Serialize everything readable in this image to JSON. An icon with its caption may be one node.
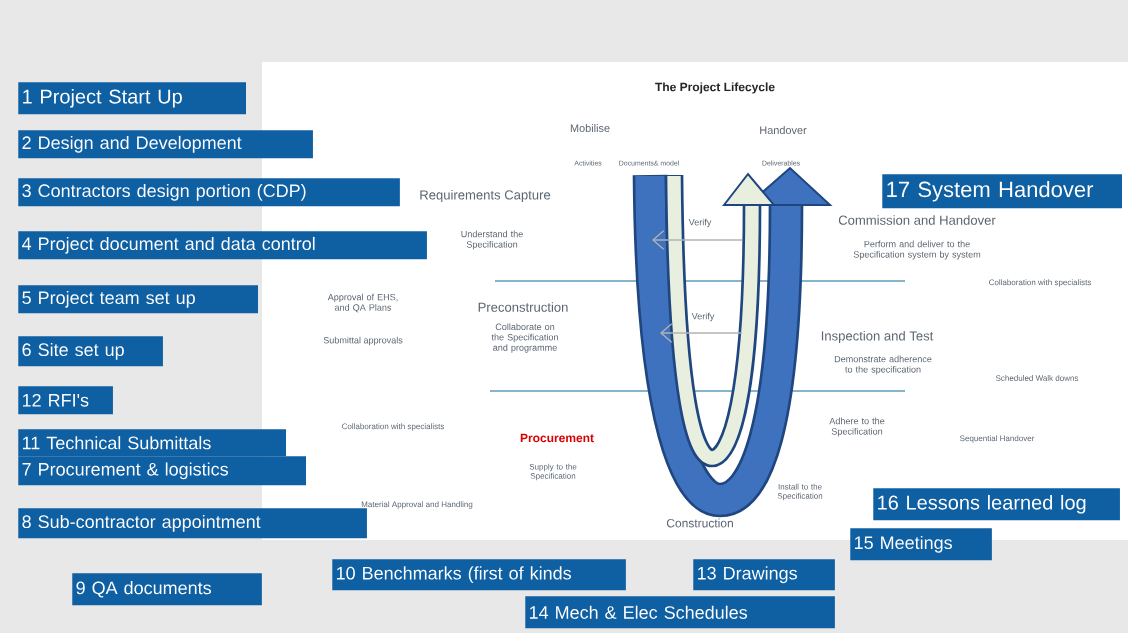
{
  "diagram": {
    "title": "The Project Lifecycle",
    "nodes": [
      {
        "text": [
          "1 Project Start Up"
        ]
      },
      {
        "text": [
          "2 Design and Development"
        ]
      },
      {
        "text": [
          "3 Contractors design portion (CDP)"
        ]
      },
      {
        "text": [
          "17 System Handover"
        ]
      },
      {
        "text": [
          "4 Project document and data control"
        ]
      },
      {
        "text": [
          "5 Project team set up"
        ]
      },
      {
        "text": [
          "6 Site set up"
        ]
      },
      {
        "text": [
          "12 RFI's"
        ]
      },
      {
        "text": [
          "11 Technical Submittals"
        ]
      },
      {
        "text": [
          "7 Procurement & logistics"
        ]
      },
      {
        "text": [
          "16 Lessons learned log"
        ]
      },
      {
        "text": [
          "8 Sub-contractor appointment"
        ]
      },
      {
        "text": [
          "15 Meetings"
        ]
      },
      {
        "text": [
          "10 Benchmarks (first of kinds"
        ]
      },
      {
        "text": [
          "13 Drawings"
        ]
      },
      {
        "text": [
          "9 QA documents"
        ]
      },
      {
        "text": [
          "14 Mech & Elec Schedules"
        ]
      }
    ],
    "labels": [
      "Mobilise",
      "Handover",
      "Activities",
      "Documents& model",
      "Deliverables",
      "Requirements Capture",
      "Verify",
      "Commission and Handover",
      "Understand the Specification",
      "Perform and deliver to the Specification system by system",
      "Collaboration with specialists",
      "Approval of EHS, and QA Plans",
      "Preconstruction",
      "Verify",
      "Inspection and Test",
      "Collaborate on the Specification and programme",
      "Submittal approvals",
      "Demonstrate adherence to the specification",
      "Scheduled Walk downs",
      "Collaboration with specialists",
      "Adhere to the Specification",
      "Procurement",
      "Sequential Handover",
      "Supply to the Specification",
      "Install to the Specification",
      "Material Approval and Handling",
      "Construction"
    ]
  }
}
